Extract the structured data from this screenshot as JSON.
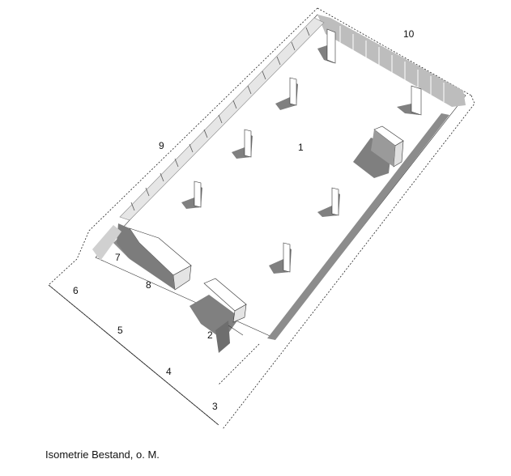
{
  "labels": {
    "l1": "1",
    "l2": "2",
    "l3": "3",
    "l4": "4",
    "l5": "5",
    "l6": "6",
    "l7": "7",
    "l8": "8",
    "l9": "9",
    "l10": "10"
  },
  "caption": "Isometrie Bestand, o. M.",
  "colors": {
    "wall": "#8c8c8c",
    "shadow": "#7f7f7f",
    "glass": "#d9d9d9",
    "line": "#222222"
  }
}
